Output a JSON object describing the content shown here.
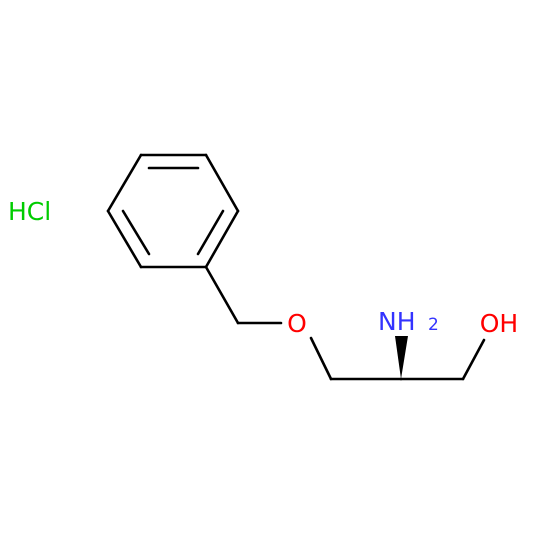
{
  "molecule": {
    "counterion": "HCl",
    "atoms": {
      "ether_oxygen": "O",
      "amine_nitrogen": "NH",
      "amine_h_count": "2",
      "hydroxyl": "OH"
    }
  },
  "colors": {
    "bond": "#000000",
    "oxygen": "#ff0000",
    "nitrogen": "#3333ff",
    "chlorine": "#00cc00"
  },
  "stereo": {
    "wedge_at": "C2",
    "type": "solid-wedge"
  }
}
